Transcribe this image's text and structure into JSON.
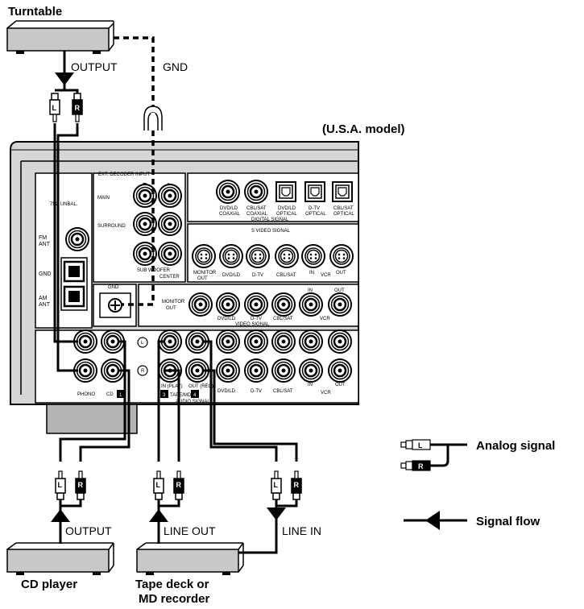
{
  "devices": {
    "turntable": "Turntable",
    "cd_player": "CD player",
    "tape_deck_line1": "Tape deck or",
    "tape_deck_line2": "MD recorder"
  },
  "model_note": "(U.S.A. model)",
  "cable_labels": {
    "turntable_output": "OUTPUT",
    "gnd": "GND",
    "cd_output": "OUTPUT",
    "line_out": "LINE OUT",
    "line_in": "LINE IN"
  },
  "plug_letters": {
    "left": "L",
    "right": "R"
  },
  "legend": {
    "analog_signal": "Analog signal",
    "signal_flow": "Signal flow"
  },
  "panel": {
    "ext_decoder_input": "EXT. DECODER INPUT",
    "main": "MAIN",
    "surround": "SURROUND",
    "sub_woofer": "SUB WOOFER",
    "center": "CENTER",
    "unbal": "75Ω UNBAL.",
    "fm_ant_1": "FM",
    "fm_ant_2": "ANT",
    "gnd": "GND",
    "am_ant_1": "AM",
    "am_ant_2": "ANT",
    "gnd_terminal": "GND",
    "dvd_ld_coaxial_1": "DVD/LD",
    "dvd_ld_coaxial_2": "COAXIAL",
    "cbl_sat_coaxial_1": "CBL/SAT",
    "cbl_sat_coaxial_2": "COAXIAL",
    "dvd_ld_optical_1": "DVD/LD",
    "dvd_ld_optical_2": "OPTICAL",
    "dtv_optical_1": "D-TV",
    "dtv_optical_2": "OPTICAL",
    "cbl_sat_optical_1": "CBL/SAT",
    "cbl_sat_optical_2": "OPTICAL",
    "digital_signal": "DIGITAL SIGNAL",
    "s_video_signal": "S VIDEO SIGNAL",
    "monitor_out_1": "MONITOR",
    "monitor_out_2": "OUT",
    "dvd_ld": "DVD/LD",
    "d_tv": "D-TV",
    "cbl_sat": "CBL/SAT",
    "in": "IN",
    "vcr": "VCR",
    "out": "OUT",
    "video_signal": "VIDEO SIGNAL",
    "phono": "PHONO",
    "cd": "CD",
    "cd_num": "1",
    "in_play": "IN (PLAY)",
    "out_rec": "OUT (REC)",
    "tape_md": "TAPE/MD",
    "tape_num_3": "3",
    "tape_num_4": "4",
    "audio_signal": "AUDIO SIGNAL",
    "l": "L",
    "r": "R"
  }
}
